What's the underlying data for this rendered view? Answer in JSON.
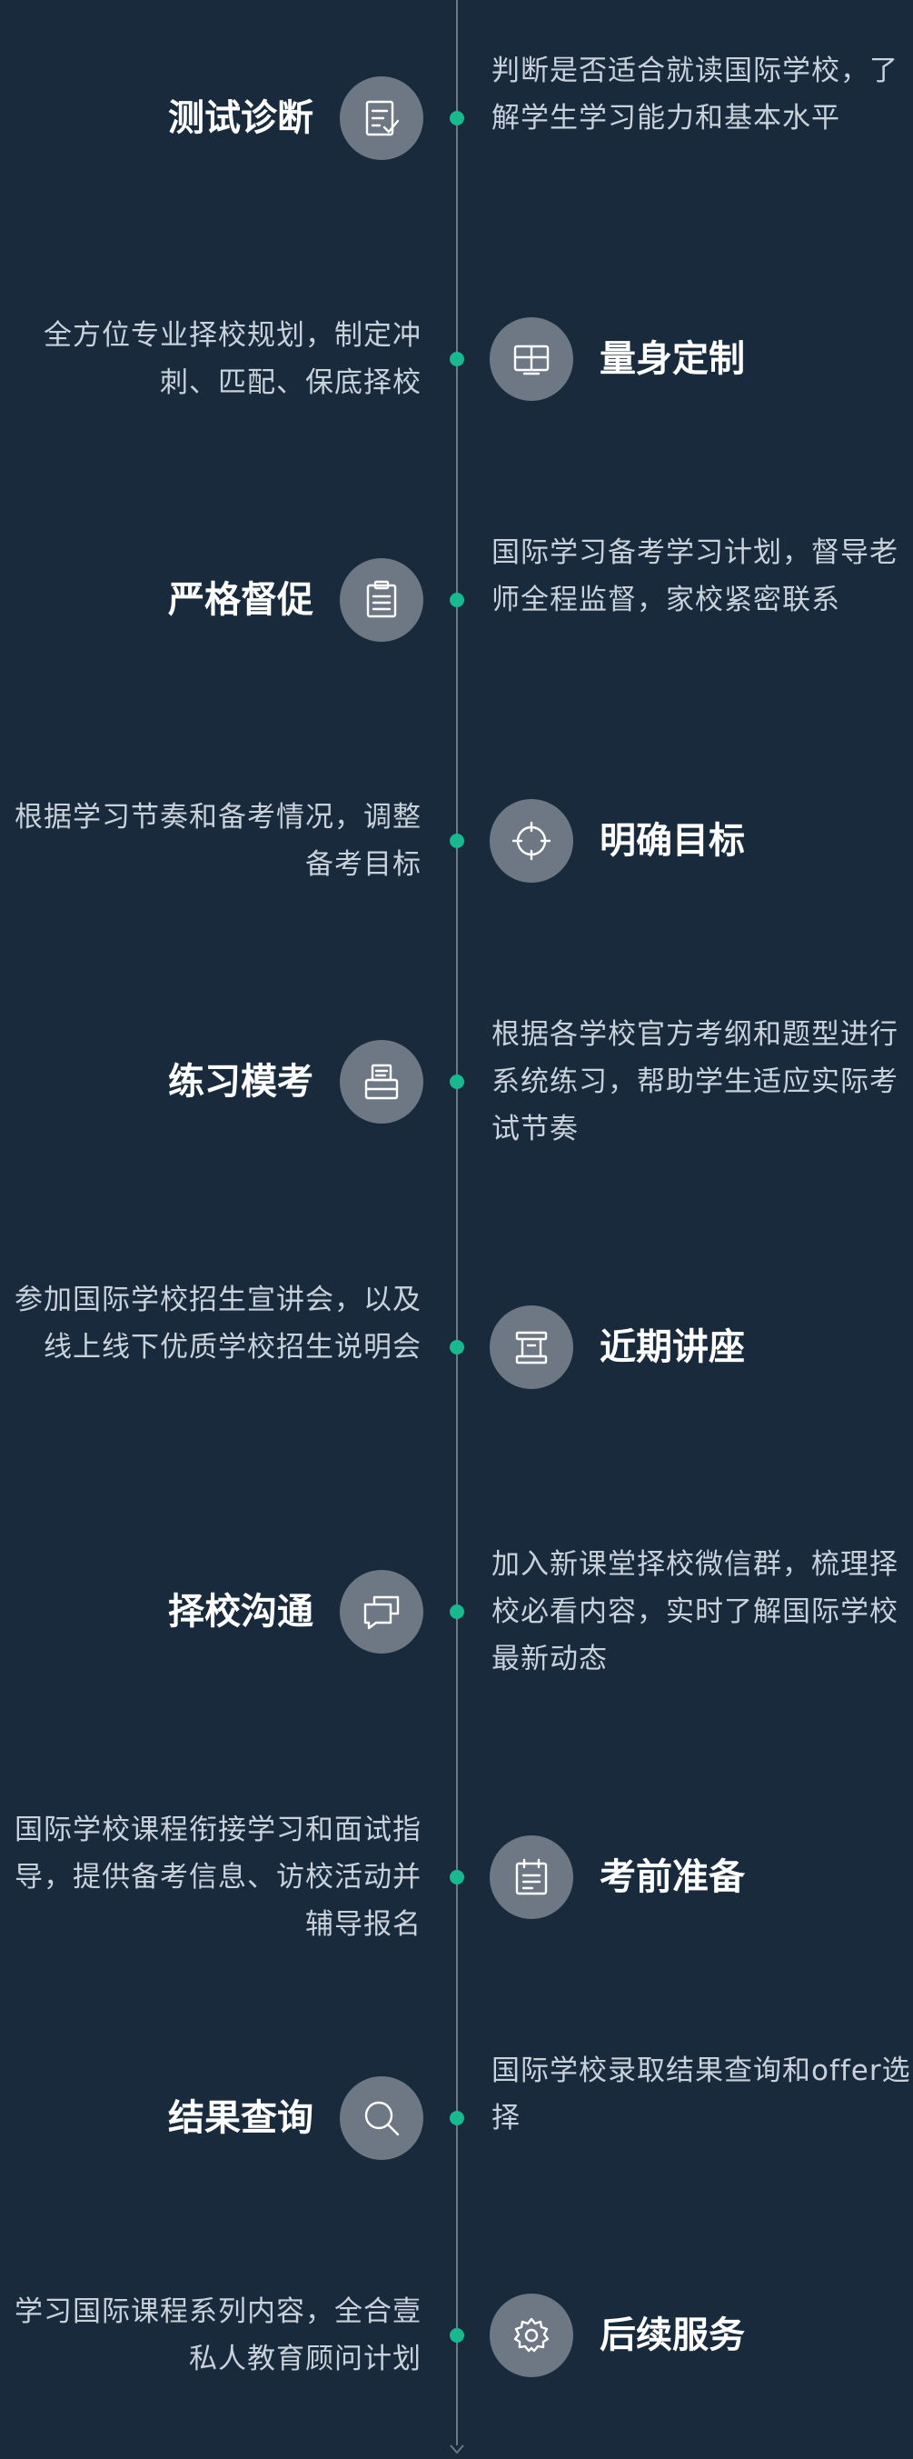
{
  "steps": [
    {
      "title": "测试诊断",
      "description": "判断是否适合就读国际学校，了解学生学习能力和基本水平",
      "icon": "checklist-icon"
    },
    {
      "title": "量身定制",
      "description": "全方位专业择校规划，制定冲刺、匹配、保底择校",
      "icon": "layout-grid-icon"
    },
    {
      "title": "严格督促",
      "description": "国际学习备考学习计划，督导老师全程监督，家校紧密联系",
      "icon": "clipboard-icon"
    },
    {
      "title": "明确目标",
      "description": "根据学习节奏和备考情况，调整备考目标",
      "icon": "target-icon"
    },
    {
      "title": "练习模考",
      "description": "根据各学校官方考纲和题型进行系统练习，帮助学生适应实际考试节奏",
      "icon": "printer-icon"
    },
    {
      "title": "近期讲座",
      "description": "参加国际学校招生宣讲会，以及线上线下优质学校招生说明会",
      "icon": "scroll-icon"
    },
    {
      "title": "择校沟通",
      "description": "加入新课堂择校微信群，梳理择校必看内容，实时了解国际学校最新动态",
      "icon": "chat-icon"
    },
    {
      "title": "考前准备",
      "description": "国际学校课程衔接学习和面试指导，提供备考信息、访校活动并辅导报名",
      "icon": "calendar-icon"
    },
    {
      "title": "结果查询",
      "description": "国际学校录取结果查询和offer选择",
      "icon": "search-icon"
    },
    {
      "title": "后续服务",
      "description": "学习国际课程系列内容，全合壹私人教育顾问计划",
      "icon": "gear-icon"
    }
  ],
  "colors": {
    "background": "#192a3d",
    "line": "#6b7888",
    "dot": "#19b98f",
    "icon_circle": "#6e7884",
    "title": "#ffffff",
    "description": "#c9d1db"
  }
}
